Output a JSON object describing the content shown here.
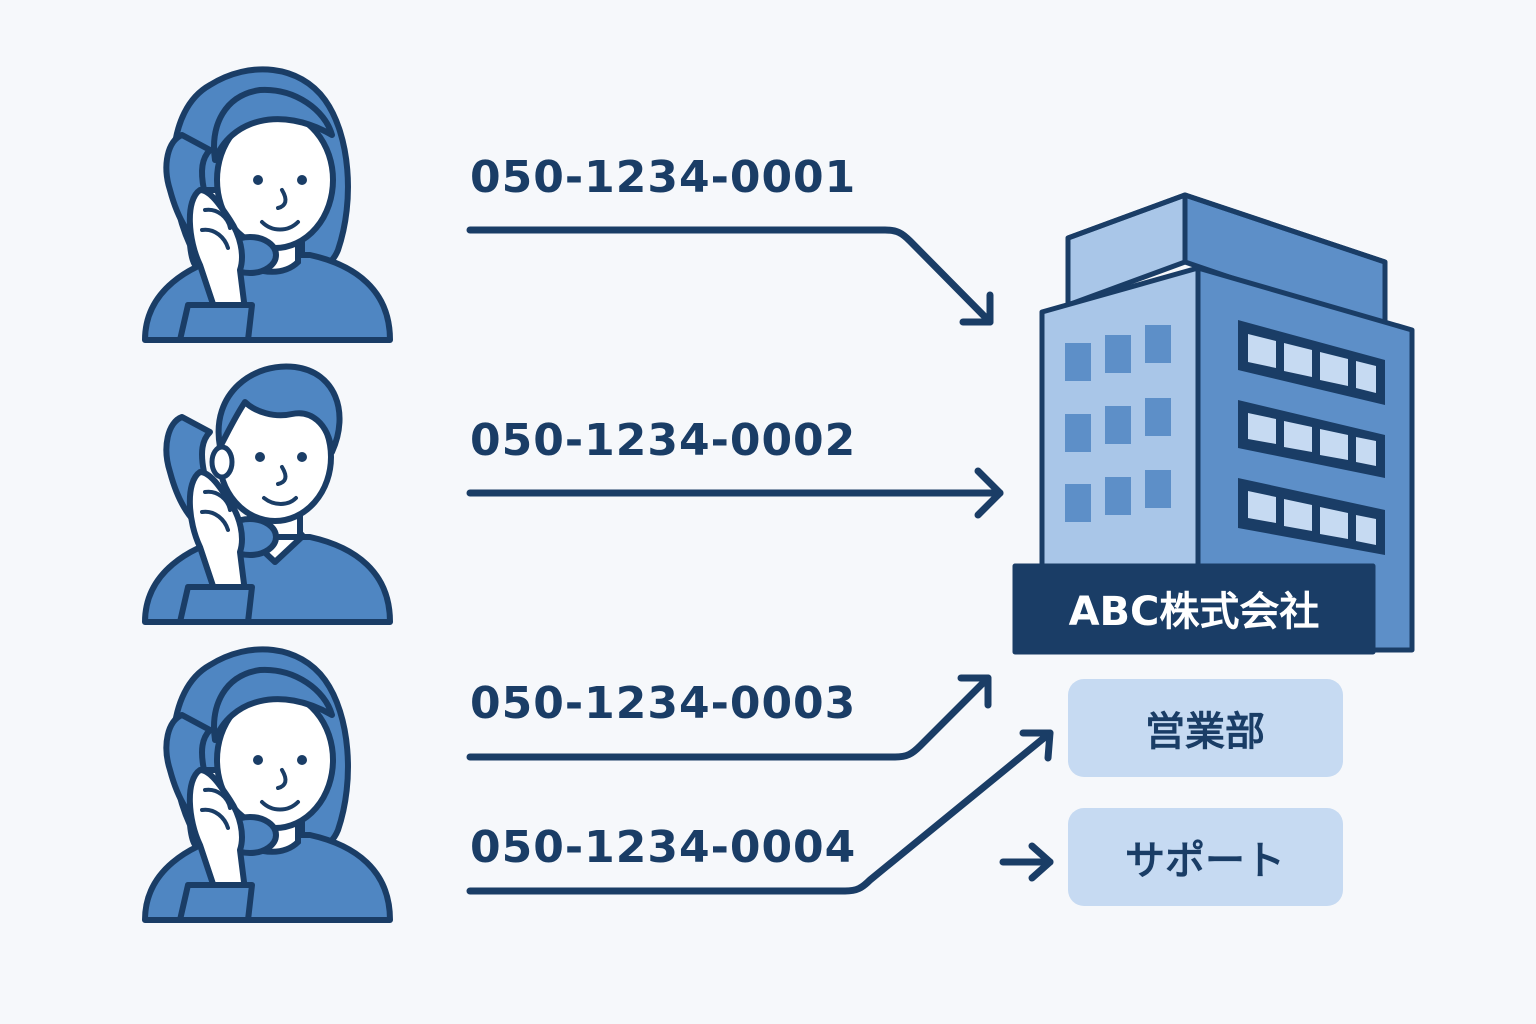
{
  "callers": [
    {
      "number": "050-1234-0001",
      "icon": "woman-on-phone-icon"
    },
    {
      "number": "050-1234-0002",
      "icon": "man-on-phone-icon"
    },
    {
      "number": "050-1234-0003",
      "icon": "woman-on-phone-icon"
    },
    {
      "number": "050-1234-0004",
      "icon": null
    }
  ],
  "company": {
    "name": "ABC株式会社",
    "icon": "office-building-icon"
  },
  "departments": [
    {
      "name": "営業部"
    },
    {
      "name": "サポート"
    }
  ],
  "colors": {
    "background": "#f6f8fb",
    "primary": "#1a3d66",
    "person_fill": "#4f86c2",
    "building_light": "#a9c6e8",
    "building_mid": "#5d8fc8",
    "department_box": "#c6daf2"
  }
}
